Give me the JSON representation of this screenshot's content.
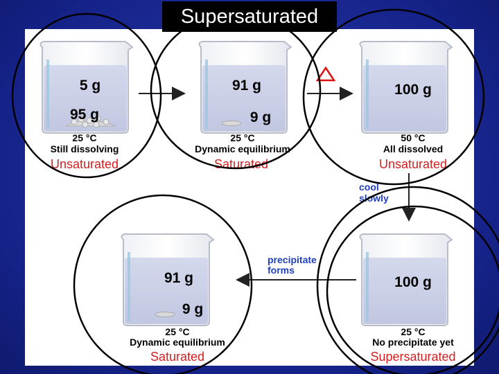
{
  "title": "Supersaturated",
  "beakers": [
    {
      "id": "b1",
      "top_mass": "5 g",
      "bottom_mass": "95 g",
      "temp": "25 °C",
      "desc": "Still dissolving",
      "state": "Unsaturated"
    },
    {
      "id": "b2",
      "top_mass": "91 g",
      "bottom_mass": "9 g",
      "temp": "25 °C",
      "desc": "Dynamic equilibrium",
      "state": "Saturated"
    },
    {
      "id": "b3",
      "top_mass": "100 g",
      "bottom_mass": "",
      "temp": "50 °C",
      "desc": "All dissolved",
      "state": "Unsaturated"
    },
    {
      "id": "b4",
      "top_mass": "91 g",
      "bottom_mass": "9 g",
      "temp": "25 °C",
      "desc": "Dynamic equilibrium",
      "state": "Saturated"
    },
    {
      "id": "b5",
      "top_mass": "100 g",
      "bottom_mass": "",
      "temp": "25 °C",
      "desc": "No precipitate yet",
      "state": "Supersaturated"
    }
  ],
  "arrows": {
    "heat_symbol": "triangle-delta-icon",
    "cool_line1": "cool",
    "cool_line2": "slowly",
    "precip_line1": "precipitate",
    "precip_line2": "forms"
  },
  "colors": {
    "background": "#1a2a8c",
    "state_label": "#d21f1f",
    "annotation": "#1f3fbf",
    "heat_symbol": "#e01010",
    "solution": "#c8cde6"
  }
}
